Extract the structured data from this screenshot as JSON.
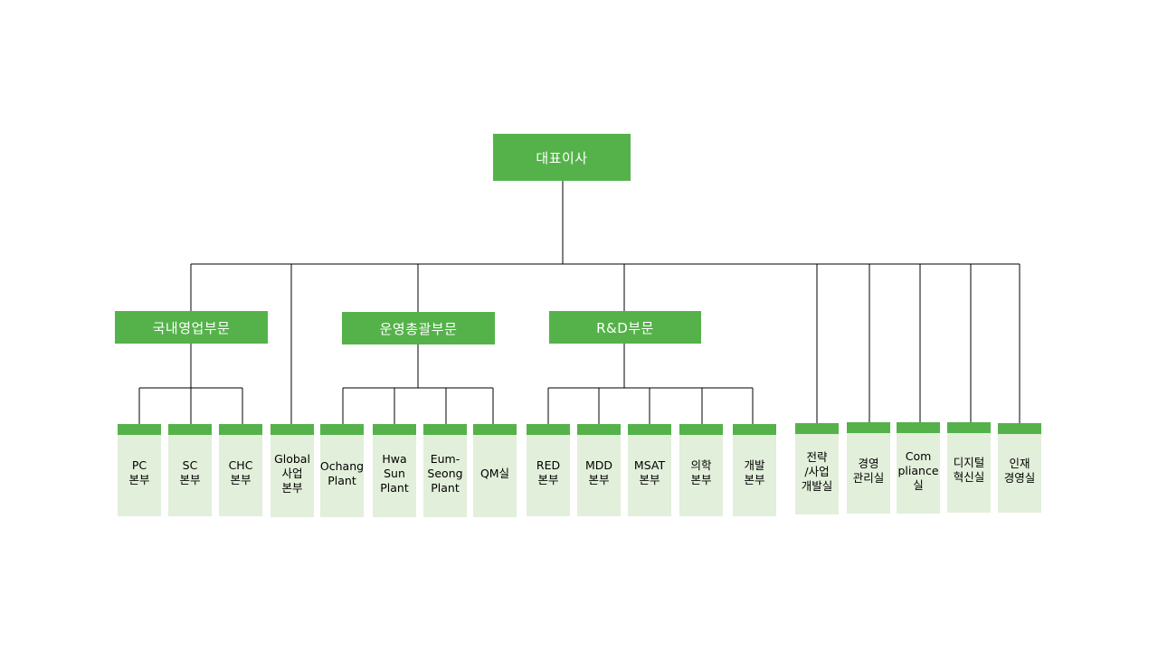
{
  "colors": {
    "main_fill": "#55b24a",
    "leaf_cap": "#55b24a",
    "leaf_body": "#e2efda",
    "line": "#000000"
  },
  "root": {
    "label": "대표이사"
  },
  "divisions": [
    {
      "label": "국내영업부문"
    },
    {
      "label": "운영총괄부문"
    },
    {
      "label": "R&D부문"
    }
  ],
  "units": [
    {
      "label": "PC\n본부"
    },
    {
      "label": "SC\n본부"
    },
    {
      "label": "CHC\n본부"
    },
    {
      "label": "Global\n사업\n본부"
    },
    {
      "label": "Ochang\nPlant"
    },
    {
      "label": "Hwa\nSun\nPlant"
    },
    {
      "label": "Eum-\nSeong\nPlant"
    },
    {
      "label": "QM실"
    },
    {
      "label": "RED\n본부"
    },
    {
      "label": "MDD\n본부"
    },
    {
      "label": "MSAT\n본부"
    },
    {
      "label": "의학\n본부"
    },
    {
      "label": "개발\n본부"
    },
    {
      "label": "전략\n/사업\n개발실"
    },
    {
      "label": "경영\n관리실"
    },
    {
      "label": "Com\npliance\n실"
    },
    {
      "label": "디지털\n혁신실"
    },
    {
      "label": "인재\n경영실"
    }
  ]
}
